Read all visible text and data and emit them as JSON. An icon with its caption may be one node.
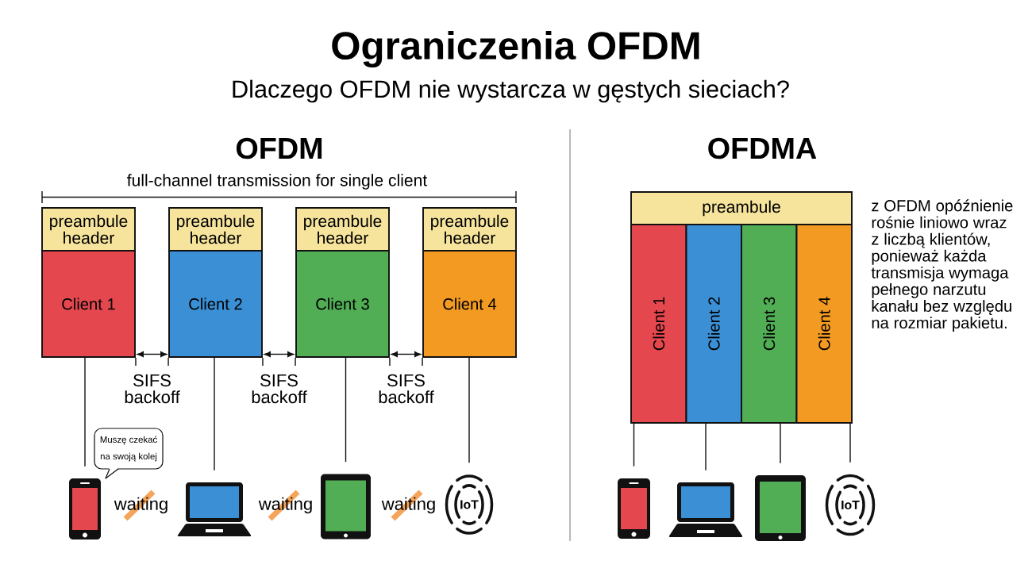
{
  "diagram": {
    "title": "Ograniczenia OFDM",
    "nodes": [
      {
        "text": [
          "preambule header"
        ]
      },
      {
        "text": [
          "Client 1"
        ]
      },
      {
        "text": [
          "preambule header"
        ]
      },
      {
        "text": [
          "Client 2"
        ]
      },
      {
        "text": [
          "preambule header"
        ]
      },
      {
        "text": [
          "Client 3"
        ]
      },
      {
        "text": [
          "preambule header"
        ]
      },
      {
        "text": [
          "Client 4"
        ]
      },
      {
        "text": [
          "Muszę czekać na swoją kolej"
        ]
      },
      {
        "text": [],
        "shape": "picture"
      },
      {
        "text": [],
        "shape": "picture"
      },
      {
        "text": [],
        "shape": "picture"
      },
      {
        "text": [
          "IoT"
        ]
      },
      {
        "text": [
          "preambule"
        ]
      },
      {
        "text": [
          "Client 1"
        ]
      },
      {
        "text": [
          "Client 2"
        ]
      },
      {
        "text": [
          "Client 3"
        ]
      },
      {
        "text": [
          "Client 4"
        ]
      },
      {
        "text": [],
        "shape": "picture"
      },
      {
        "text": [],
        "shape": "picture"
      },
      {
        "text": [],
        "shape": "picture"
      },
      {
        "text": [
          "IoT"
        ]
      }
    ],
    "edges": [
      {
        "from": 1,
        "to": 3,
        "arrow": "both",
        "label": "SIFS backoff"
      },
      {
        "from": 3,
        "to": 5,
        "arrow": "both",
        "label": "SIFS backoff"
      },
      {
        "from": 5,
        "to": 7,
        "arrow": "both",
        "label": "SIFS backoff"
      },
      {
        "from": 1,
        "to": 9,
        "arrow": "none"
      },
      {
        "from": 3,
        "to": 10,
        "arrow": "none"
      },
      {
        "from": 5,
        "to": 11,
        "arrow": "none"
      },
      {
        "from": 7,
        "to": 12,
        "arrow": "none"
      },
      {
        "from": 14,
        "to": 18,
        "arrow": "none"
      },
      {
        "from": 15,
        "to": 19,
        "arrow": "none"
      },
      {
        "from": 16,
        "to": 20,
        "arrow": "none"
      },
      {
        "from": 17,
        "to": 21,
        "arrow": "none"
      }
    ],
    "labels": [
      "Dlaczego OFDM nie wystarcza w gęstych sieciach?",
      "OFDM",
      "OFDMA",
      "full-channel transmission for single client",
      "z OFDM opóźnienie rośnie liniowo wraz z liczbą klientów, ponieważ każda transmisja wymaga pełnego narzutu kanału bez względu na rozmiar pakietu.",
      "waiting",
      "waiting",
      "waiting"
    ]
  }
}
